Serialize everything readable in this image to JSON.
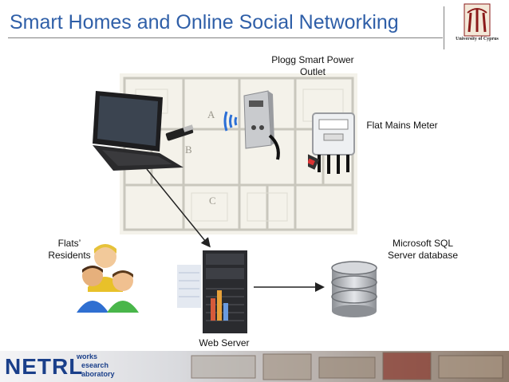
{
  "title": "Smart Homes and Online Social Networking",
  "logo": {
    "university": "University of Cyprus",
    "icon": "university-crest-icon"
  },
  "labels": {
    "plogg_line1": "Plogg Smart Power",
    "plogg_line2": "Outlet",
    "meter": "Flat Mains Meter",
    "residents_line1": "Flats’",
    "residents_line2": "Residents",
    "sql_line1": "Microsoft SQL",
    "sql_line2": "Server database",
    "web_server": "Web Server"
  },
  "floorplan_rooms": [
    "A",
    "B",
    "C"
  ],
  "footer_logo": {
    "big": "NETRL",
    "line1": "works",
    "line2": "esearch",
    "line3": "aboratory"
  },
  "colors": {
    "title": "#2f5fa8",
    "wifi": "#2b6fd6",
    "arrow": "#222222",
    "netrl": "#1a3f8a"
  }
}
